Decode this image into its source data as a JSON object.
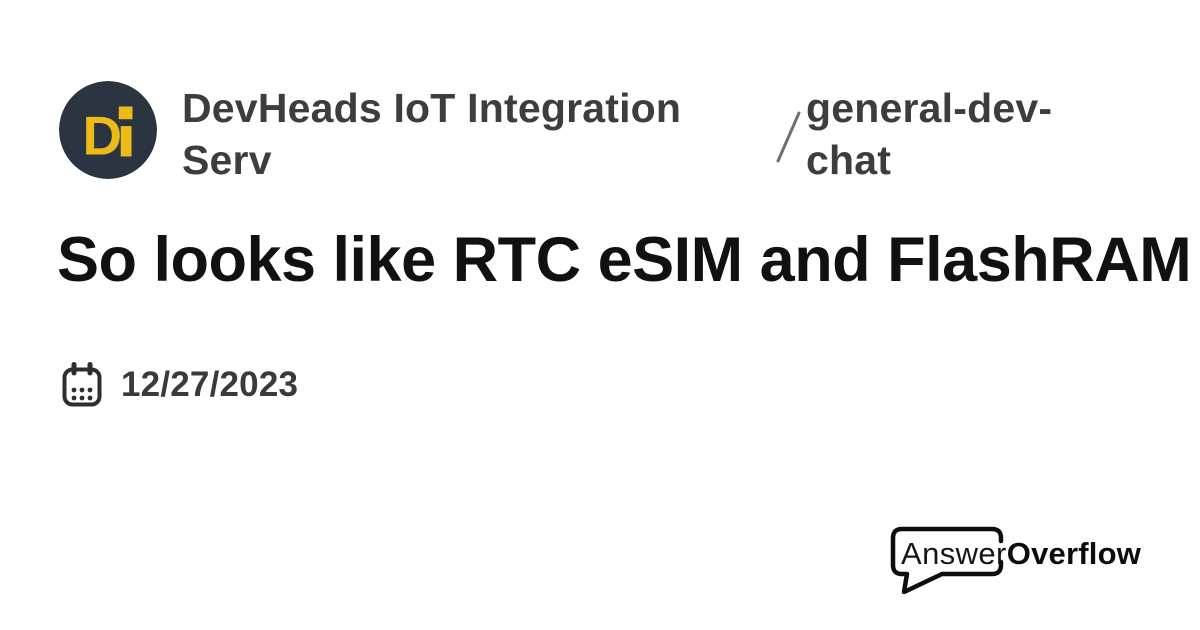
{
  "header": {
    "server_name": "DevHeads IoT Integration Serv",
    "avatar_monogram": "D",
    "channel_separator": "/",
    "channel_name": "general-dev-chat"
  },
  "post": {
    "title": "So looks like RTC eSIM and FlashRAM",
    "date": "12/27/2023"
  },
  "branding": {
    "name_regular": "Answer",
    "name_bold": "Overflow"
  },
  "icons": {
    "calendar": "calendar-icon",
    "speech_bubble": "speech-bubble-icon",
    "slash": "slash-separator-icon",
    "avatar": "server-avatar"
  },
  "colors": {
    "background": "#ffffff",
    "title_text": "#111111",
    "secondary_text": "#3d3d3d",
    "date_text": "#3a3a3a",
    "slash": "#6f6f6f",
    "avatar_background": "#2b3542",
    "avatar_accent": "#ecbb17",
    "icon_stroke": "#2e2e2e",
    "branding_black": "#0d0d0d"
  }
}
